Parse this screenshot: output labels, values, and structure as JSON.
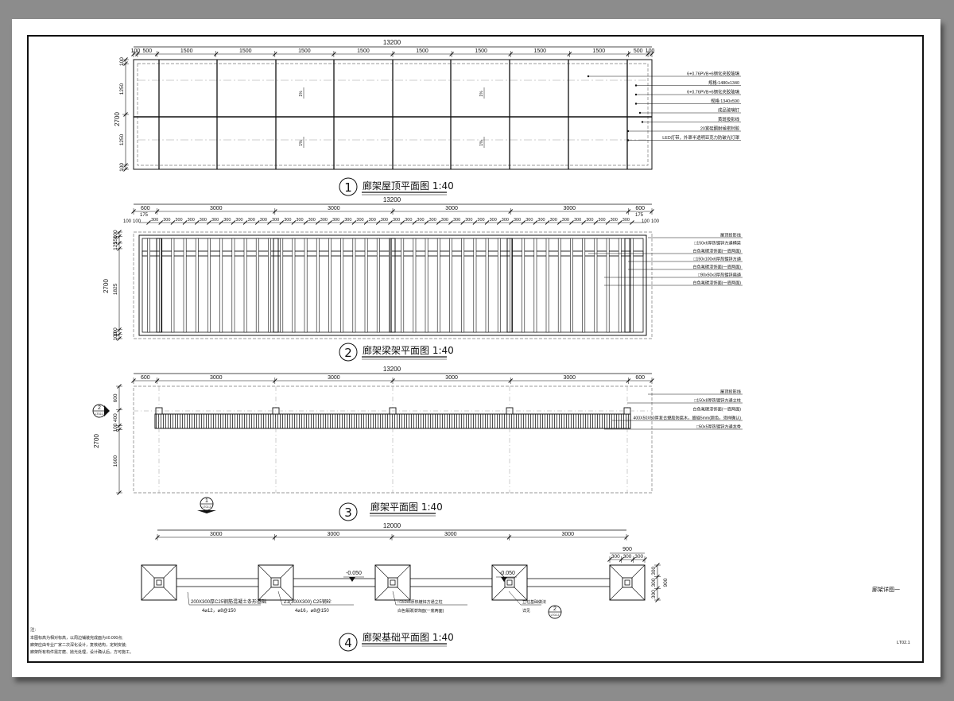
{
  "sheet_title": "廊架详图一",
  "sheet_number": "LT02.1",
  "notes": {
    "heading": "注:",
    "lines": [
      "本图标高为相对标高，以周边铺装完成面为±0.000点;",
      "廊架应由专业厂家二次深化设计，复核结构，定制安装;",
      "廊架所有构件需打磨、抛光处理，设计确认后，方可施工。"
    ]
  },
  "views": {
    "v1": {
      "num": "1",
      "title": "廊架屋顶平面图 1:40",
      "total": "13200",
      "segments": [
        "100",
        "500",
        "1500",
        "1500",
        "1500",
        "1500",
        "1500",
        "1500",
        "1500",
        "1500",
        "500",
        "100"
      ],
      "left_dims": [
        "100",
        "1250",
        "1250",
        "100"
      ],
      "left_total": "2700",
      "slope_marks": [
        "1%",
        "1%",
        "1%",
        "1%"
      ],
      "annotations": [
        "6+0.76PVB+6钢化夹胶玻璃",
        "规格:1480x1340",
        "6+0.76PVB+6钢化夹胶玻璃",
        "规格:1340x590",
        "成品玻璃钉",
        "黄斑投影线",
        "20宽硅酮耐候密封胶",
        "LED灯带，外罩半透明亚克力防破光灯罩"
      ]
    },
    "v2": {
      "num": "2",
      "title": "廊架梁架平面图 1:40",
      "total": "13200",
      "top_segments": [
        "600",
        "3000",
        "3000",
        "3000",
        "3000",
        "600"
      ],
      "left_dims": [
        "100",
        "150",
        "125",
        "1825",
        "100",
        "100"
      ],
      "left_total": "2700",
      "small_labels": [
        "100",
        "100",
        "175",
        "225",
        "300",
        "175",
        "225",
        "100",
        "100"
      ],
      "rep_label": "300",
      "annotations": [
        "屋顶投影线",
        "□150x6厚热镀锌方通横梁",
        "白色氟碳漆饰面(一底两面)",
        "□150x100x6厚热镀锌方通",
        "白色氟碳漆饰面(一底两面)",
        "□90x50x3厚热镀锌扁通",
        "白色氟碳漆饰面(一底两面)"
      ]
    },
    "v3": {
      "num": "3",
      "title": "廊架平面图 1:40",
      "total": "13200",
      "top_segments": [
        "600",
        "3000",
        "3000",
        "3000",
        "3000",
        "600"
      ],
      "left_dims": [
        "600",
        "400",
        "100",
        "1600"
      ],
      "left_total": "2700",
      "section_a": {
        "num": "2",
        "ref": "LT02.2"
      },
      "section_b": {
        "num": "1",
        "ref": "LT02.2"
      },
      "annotations": [
        "屋顶投影线",
        "□150x8厚热镀锌方通立柱",
        "白色氟碳漆饰面(一底两面)",
        "400X50X50厚复合塑胶防腐木，留缝5mm(颜色，须样确认)",
        "□50x5厚热镀锌方通龙骨"
      ]
    },
    "v4": {
      "num": "4",
      "title": "廊架基础平面图 1:40",
      "total": "12000",
      "segments": [
        "3000",
        "3000",
        "3000",
        "3000"
      ],
      "right_top": "900",
      "right_parts": [
        "300",
        "300",
        "300"
      ],
      "right_v": [
        "300",
        "300",
        "300"
      ],
      "right_v_total": "900",
      "levels": [
        "-0.050",
        "-0.050"
      ],
      "callouts": [
        {
          "l1": "200X300厚C25钢筋混凝土条形基础",
          "l2": "4⌀12，⌀8@150"
        },
        {
          "l1": "Z1(300X300) C25钢砼",
          "l2": "4⌀16，⌀8@150"
        },
        {
          "l1": "□150x8厚热镀锌方通立柱",
          "l2": "白色氟碳漆饰面(一底两面)"
        },
        {
          "l1": "立柱基础做法",
          "l2": "详见"
        }
      ],
      "section_c": {
        "num": "2",
        "ref": "LT02.2"
      }
    }
  }
}
